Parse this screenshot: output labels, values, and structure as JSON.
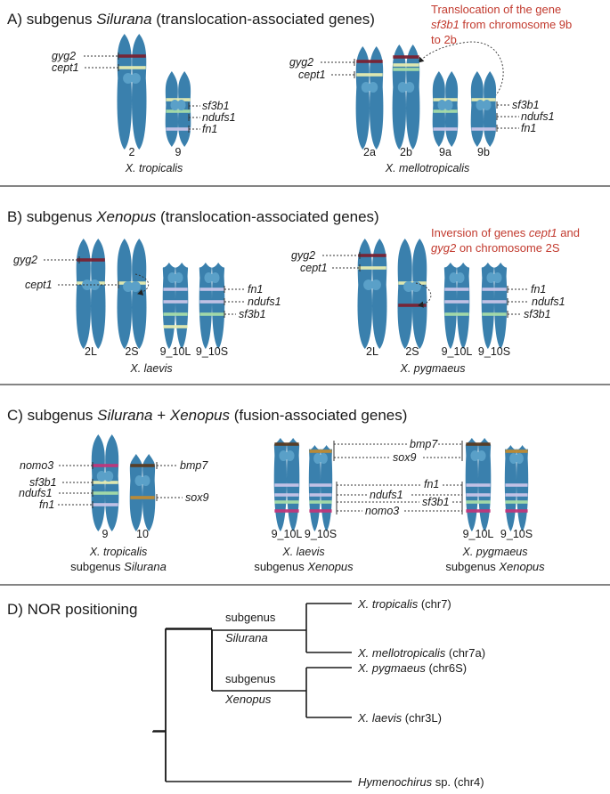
{
  "colors": {
    "chromosome": "#3a80ad",
    "centromere": "#5aa0c8",
    "band_yellow": "#e7ecb0",
    "band_red": "#7a2030",
    "band_lav": "#c8c4e8",
    "band_green": "#a6dca8",
    "band_pink": "#c0357a",
    "band_brown": "#5a3a20",
    "band_orange": "#c08a30",
    "annotation_red": "#c23a2e"
  },
  "panelA": {
    "heading_pre": "A) subgenus ",
    "heading_it": "Silurana",
    "heading_post": " (translocation-associated genes)",
    "note_line1": "Translocation of the gene",
    "note_line2_it": "sf3b1",
    "note_line2_rest": " from chromosome 9b",
    "note_line3": "to 2b",
    "left": {
      "genes_left": [
        "gyg2",
        "cept1"
      ],
      "genes_right": [
        "sf3b1",
        "ndufs1",
        "fn1"
      ],
      "chromosomes": [
        "2",
        "9"
      ],
      "species": "X. tropicalis"
    },
    "right": {
      "genes_left": [
        "gyg2",
        "cept1"
      ],
      "genes_right": [
        "sf3b1",
        "ndufs1",
        "fn1"
      ],
      "chromosomes": [
        "2a",
        "2b",
        "9a",
        "9b"
      ],
      "species": "X. mellotropicalis"
    }
  },
  "panelB": {
    "heading_pre": "B) subgenus ",
    "heading_it": "Xenopus",
    "heading_post": " (translocation-associated genes)",
    "note_line1_pre": "Inversion of genes ",
    "note_line1_it": "cept1",
    "note_line1_post": " and",
    "note_line2_it": "gyg2",
    "note_line2_rest": " on chromosome 2S",
    "left": {
      "genes_left": [
        "gyg2",
        "cept1"
      ],
      "genes_right": [
        "fn1",
        "ndufs1",
        "sf3b1"
      ],
      "chromosomes": [
        "2L",
        "2S",
        "9_10L",
        "9_10S"
      ],
      "species": "X. laevis"
    },
    "right": {
      "genes_left": [
        "gyg2",
        "cept1"
      ],
      "genes_right": [
        "fn1",
        "ndufs1",
        "sf3b1"
      ],
      "chromosomes": [
        "2L",
        "2S",
        "9_10L",
        "9_10S"
      ],
      "species": "X. pygmaeus"
    }
  },
  "panelC": {
    "heading_pre": "C) subgenus ",
    "heading_it1": "Silurana",
    "heading_mid": " + ",
    "heading_it2": "Xenopus",
    "heading_post": " (fusion-associated genes)",
    "left": {
      "genes_left": [
        "nomo3",
        "sf3b1",
        "ndufs1",
        "fn1"
      ],
      "genes_right": [
        "bmp7",
        "sox9"
      ],
      "chromosomes": [
        "9",
        "10"
      ],
      "species": "X. tropicalis",
      "subgenus_word": "subgenus",
      "subgenus": "Silurana"
    },
    "mid": {
      "genes_top": [
        "bmp7",
        "sox9"
      ],
      "genes_mid": [
        "fn1",
        "ndufs1",
        "sf3b1",
        "nomo3"
      ],
      "chromosomes": [
        "9_10L",
        "9_10S"
      ],
      "species": "X. laevis",
      "subgenus_word": "subgenus",
      "subgenus": "Xenopus"
    },
    "right": {
      "chromosomes": [
        "9_10L",
        "9_10S"
      ],
      "species": "X. pygmaeus",
      "subgenus_word": "subgenus",
      "subgenus": "Xenopus"
    }
  },
  "panelD": {
    "heading": "D) NOR positioning",
    "clade1_word": "subgenus",
    "clade1": "Silurana",
    "clade2_word": "subgenus",
    "clade2": "Xenopus",
    "taxa": [
      {
        "species": "X. tropicalis",
        "chr": " (chr7)"
      },
      {
        "species": "X. mellotropicalis",
        "chr": " (chr7a)"
      },
      {
        "species": "X. pygmaeus",
        "chr": " (chr6S)"
      },
      {
        "species": "X. laevis",
        "chr": " (chr3L)"
      },
      {
        "species": "Hymenochirus",
        "chr": " sp. (chr4)"
      }
    ]
  }
}
